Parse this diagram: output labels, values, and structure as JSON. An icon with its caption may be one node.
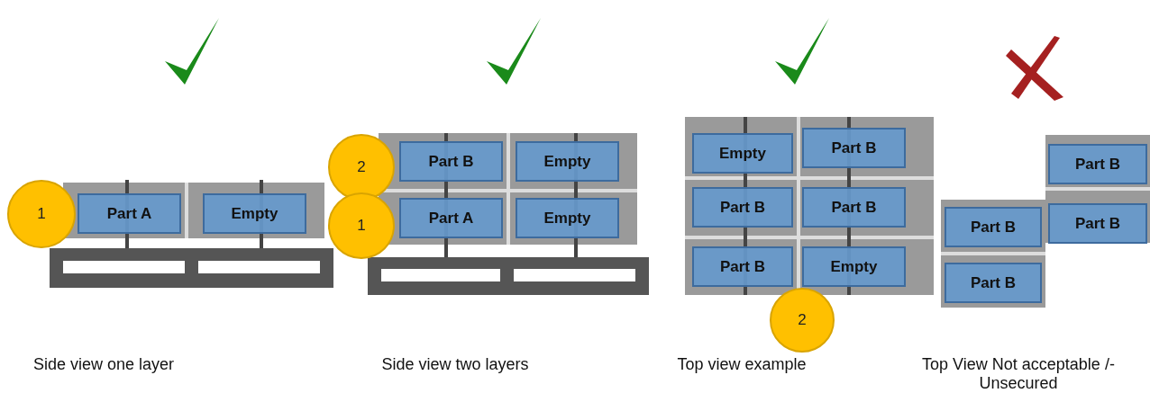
{
  "diagram": {
    "nodes": [
      {
        "text": [
          "1"
        ]
      },
      {
        "text": [
          "Part A"
        ]
      },
      {
        "text": [
          "Empty"
        ]
      },
      {
        "text": [
          "2"
        ]
      },
      {
        "text": [
          "Part B"
        ]
      },
      {
        "text": [
          "Empty"
        ]
      },
      {
        "text": [
          "1"
        ]
      },
      {
        "text": [
          "Part A"
        ]
      },
      {
        "text": [
          "Empty"
        ]
      },
      {
        "text": [
          "Empty"
        ]
      },
      {
        "text": [
          "Part B"
        ]
      },
      {
        "text": [
          "Part B"
        ]
      },
      {
        "text": [
          "Part B"
        ]
      },
      {
        "text": [
          "Part B"
        ]
      },
      {
        "text": [
          "Empty"
        ]
      },
      {
        "text": [
          "2"
        ]
      },
      {
        "text": [
          "Part B"
        ]
      },
      {
        "text": [
          "Part B"
        ]
      },
      {
        "text": [
          "Part B"
        ]
      },
      {
        "text": [
          "Part B"
        ]
      }
    ],
    "edges": [],
    "labels": [
      "Side view one layer",
      "Side view two layers",
      "Top view example",
      "Top View Not acceptable /-Unsecured"
    ]
  }
}
